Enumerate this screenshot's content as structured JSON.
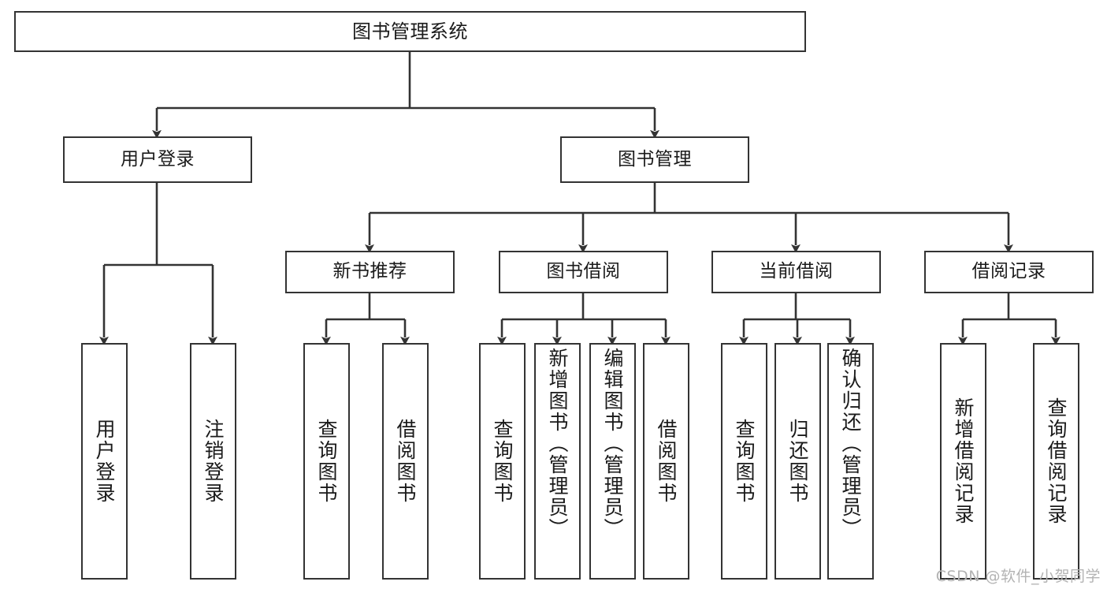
{
  "diagram": {
    "title": "图书管理系统",
    "type": "tree-hierarchy-chart",
    "watermark": "CSDN @软件_小贺同学",
    "stroke_color": "#333333",
    "fill_color": "#ffffff",
    "text_color": "#1a1a1a"
  },
  "nodes": {
    "root": {
      "label": "图书管理系统"
    },
    "level2": [
      {
        "id": "user-login",
        "label": "用户登录"
      },
      {
        "id": "book-management",
        "label": "图书管理"
      }
    ],
    "level3": [
      {
        "id": "new-book-recommend",
        "label": "新书推荐"
      },
      {
        "id": "book-borrow",
        "label": "图书借阅"
      },
      {
        "id": "current-borrow",
        "label": "当前借阅"
      },
      {
        "id": "borrow-record",
        "label": "借阅记录"
      }
    ],
    "leaves": {
      "user-login": [
        {
          "id": "leaf-user-login",
          "label": "用户登录"
        },
        {
          "id": "leaf-logout",
          "label": "注销登录"
        }
      ],
      "new-book-recommend": [
        {
          "id": "leaf-query-book-1",
          "label": "查询图书"
        },
        {
          "id": "leaf-borrow-book-1",
          "label": "借阅图书"
        }
      ],
      "book-borrow": [
        {
          "id": "leaf-query-book-2",
          "label": "查询图书"
        },
        {
          "id": "leaf-add-book",
          "label": "新增图书（管理员）"
        },
        {
          "id": "leaf-edit-book",
          "label": "编辑图书（管理员）"
        },
        {
          "id": "leaf-borrow-book-2",
          "label": "借阅图书"
        }
      ],
      "current-borrow": [
        {
          "id": "leaf-query-book-3",
          "label": "查询图书"
        },
        {
          "id": "leaf-return-book",
          "label": "归还图书"
        },
        {
          "id": "leaf-confirm-return",
          "label": "确认归还（管理员）"
        }
      ],
      "borrow-record": [
        {
          "id": "leaf-add-record",
          "label": "新增借阅记录"
        },
        {
          "id": "leaf-query-record",
          "label": "查询借阅记录"
        }
      ]
    }
  }
}
